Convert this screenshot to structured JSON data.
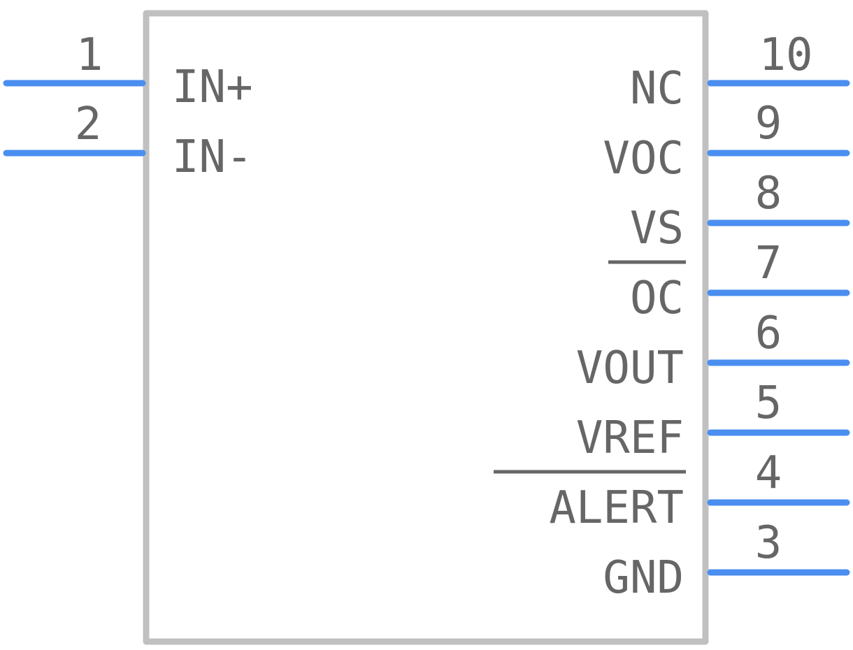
{
  "colors": {
    "body_outline": "#c0c0c0",
    "pin_line": "#4a8ef0",
    "text": "#666666"
  },
  "pins_left": [
    {
      "number": "1",
      "name": "IN+",
      "active_low": false
    },
    {
      "number": "2",
      "name": "IN-",
      "active_low": false
    }
  ],
  "pins_right": [
    {
      "number": "10",
      "name": "NC",
      "active_low": false
    },
    {
      "number": "9",
      "name": "VOC",
      "active_low": false
    },
    {
      "number": "8",
      "name": "VS",
      "active_low": false
    },
    {
      "number": "7",
      "name": "OC",
      "active_low": true
    },
    {
      "number": "6",
      "name": "VOUT",
      "active_low": false
    },
    {
      "number": "5",
      "name": "VREF",
      "active_low": false
    },
    {
      "number": "4",
      "name": "ALERT",
      "active_low": true
    },
    {
      "number": "3",
      "name": "GND",
      "active_low": false
    }
  ]
}
